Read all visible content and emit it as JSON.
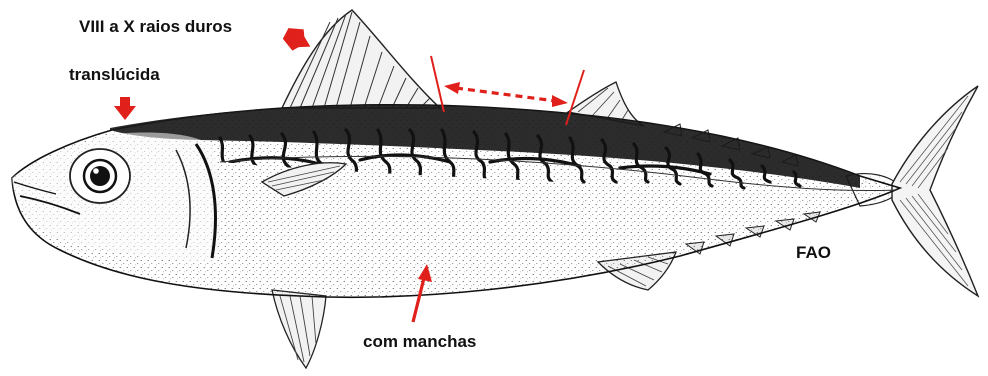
{
  "labels": {
    "dorsal_spines": "VIII a X raios duros",
    "translucent": "translúcida",
    "source": "FAO",
    "spots": "com manchas"
  },
  "colors": {
    "annotation_red": "#e0201b",
    "ink": "#111111",
    "paper": "#ffffff"
  }
}
